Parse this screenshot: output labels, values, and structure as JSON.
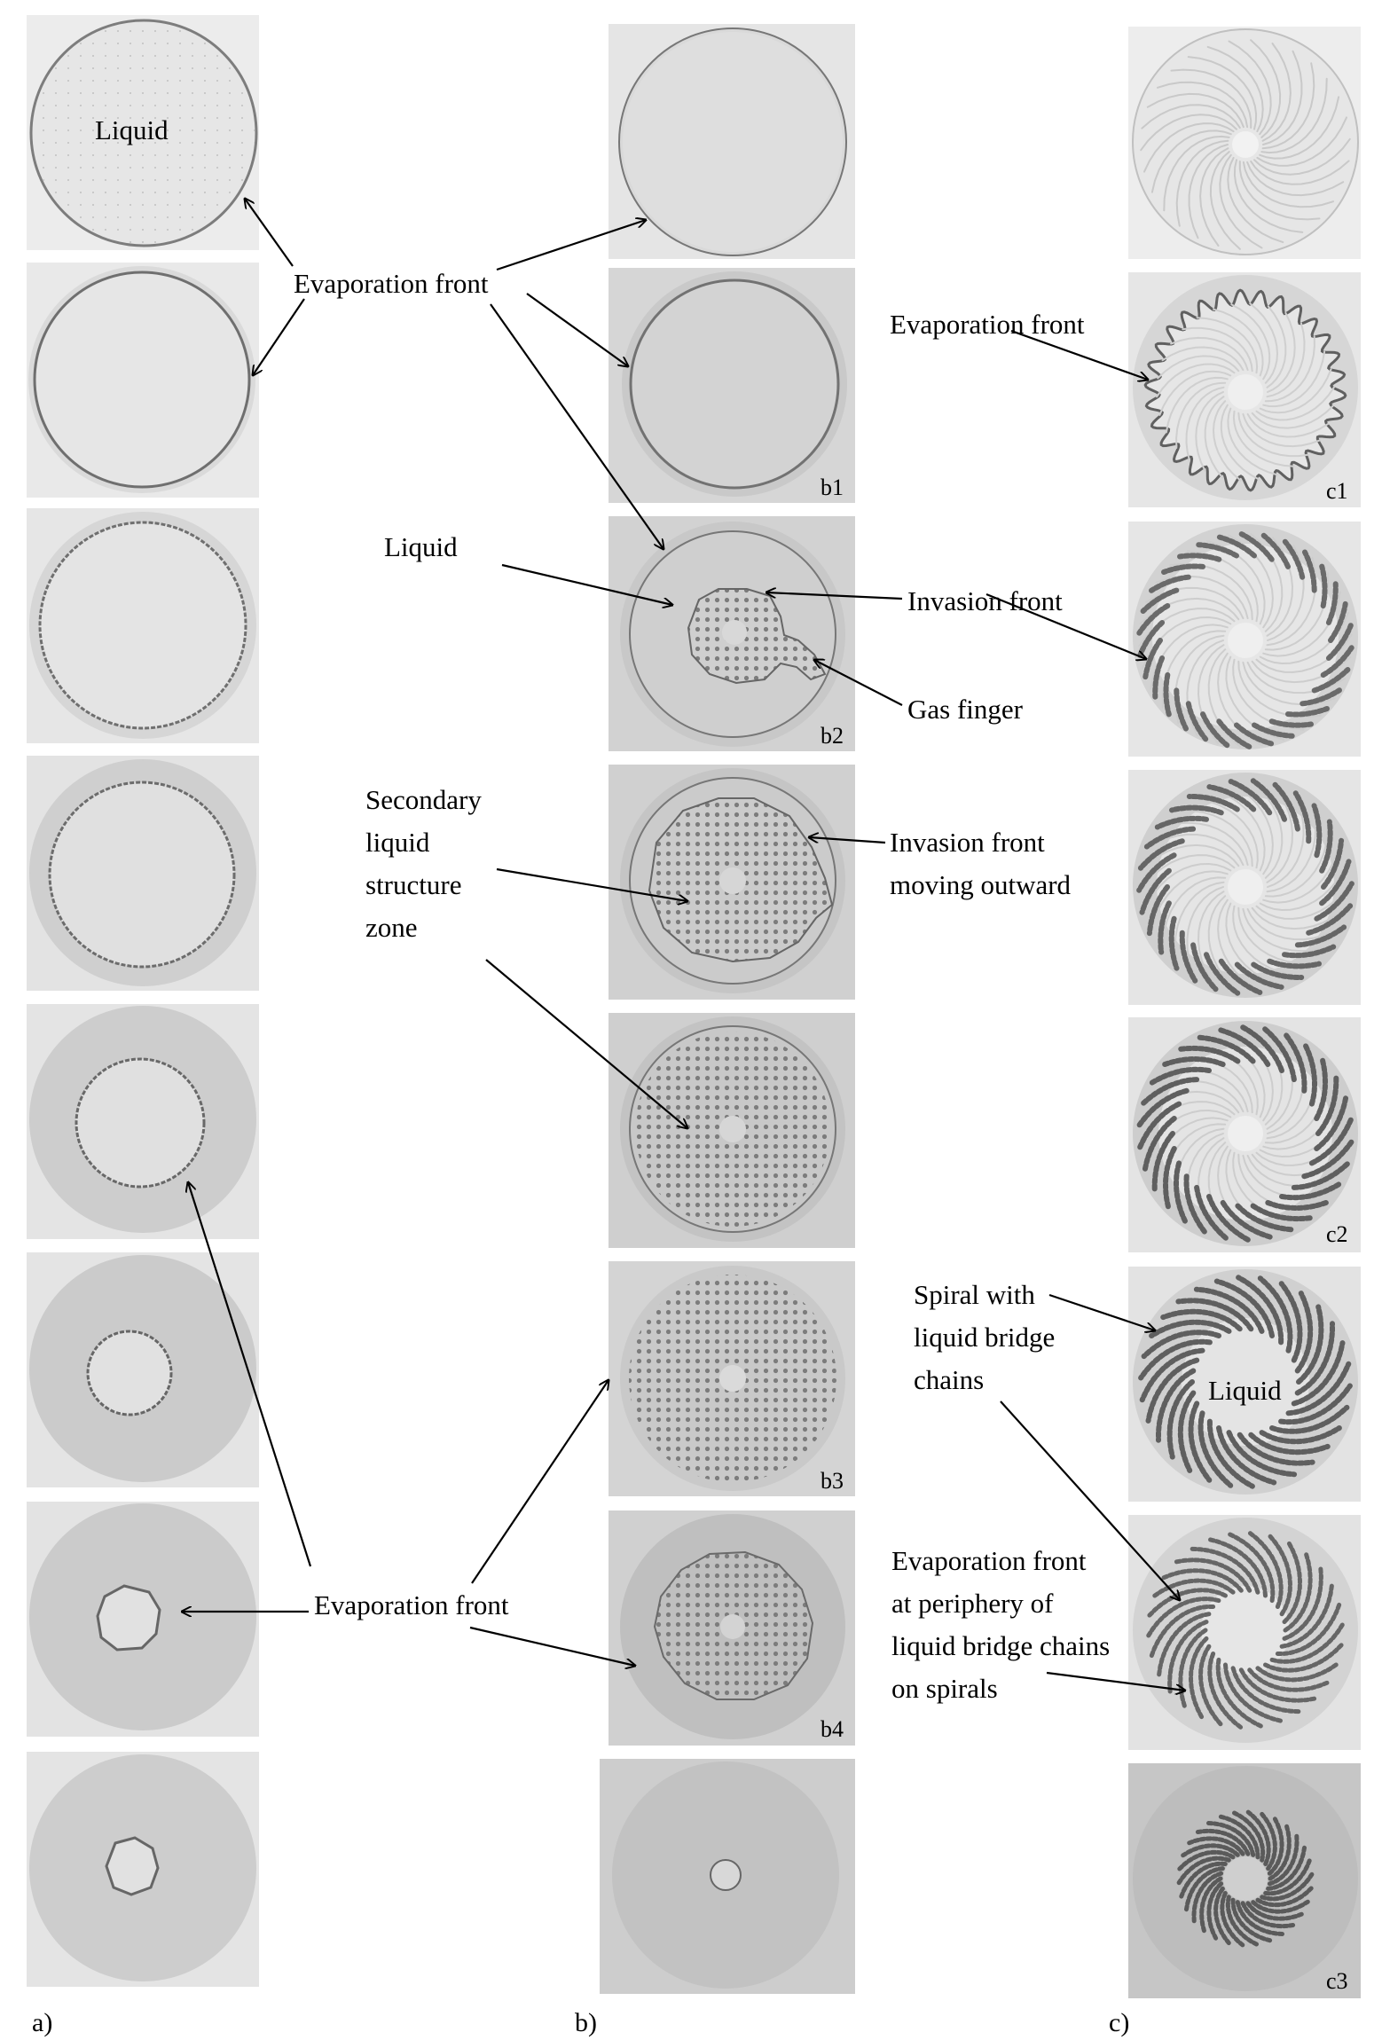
{
  "columns": [
    {
      "id": "a",
      "label": "a)"
    },
    {
      "id": "b",
      "label": "b)"
    },
    {
      "id": "c",
      "label": "c)"
    }
  ],
  "panel_tags": {
    "b1": "b1",
    "b2": "b2",
    "b3": "b3",
    "b4": "b4",
    "c1": "c1",
    "c2": "c2",
    "c3": "c3"
  },
  "annotations": {
    "liquid_a": "Liquid",
    "evaporation_front_top": "Evaporation front",
    "liquid_b": "Liquid",
    "invasion_front": "Invasion front",
    "gas_finger": "Gas finger",
    "secondary_zone": [
      "Secondary",
      "liquid",
      "structure",
      "zone"
    ],
    "invasion_front_outward": [
      "Invasion front",
      "moving outward"
    ],
    "evaporation_front_bottom": "Evaporation front",
    "evaporation_front_c": "Evaporation front",
    "spiral_chains": [
      "Spiral with",
      "liquid bridge",
      "chains"
    ],
    "liquid_c": "Liquid",
    "evap_periphery": [
      "Evaporation front",
      "at periphery of",
      "liquid bridge chains",
      "on spirals"
    ]
  },
  "colors": {
    "panel_light": "#e9e9e9",
    "panel_mid": "#d2d2d2",
    "panel_dark": "#bdbdbd",
    "disc_light": "#e4e4e4",
    "front_line": "#6a6a6a",
    "structure": "#777777"
  }
}
